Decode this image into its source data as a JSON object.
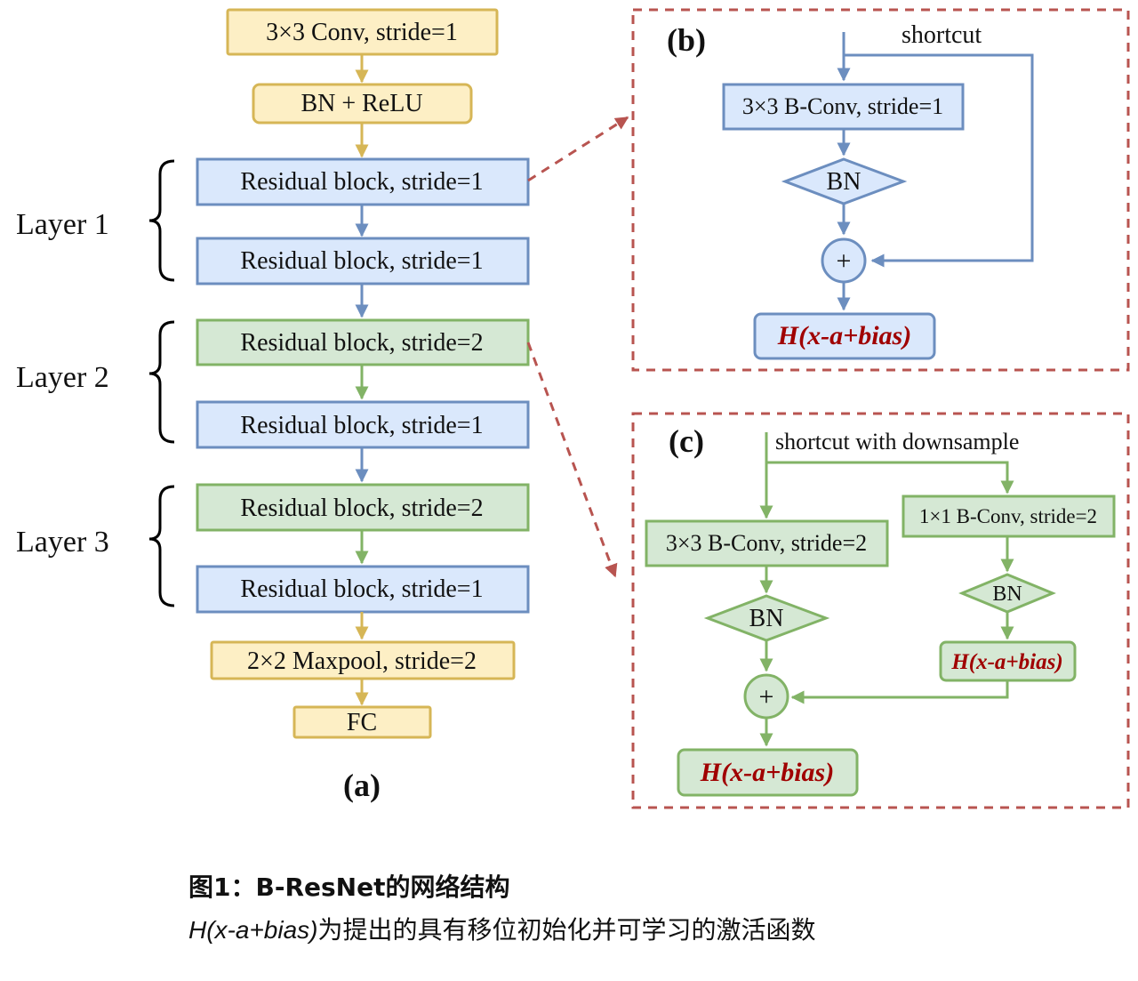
{
  "colors": {
    "yellow_fill": "#fdefc5",
    "yellow_stroke": "#d6b656",
    "blue_fill": "#dae8fc",
    "blue_stroke": "#6c8ebf",
    "green_fill": "#d5e8d4",
    "green_stroke": "#82b366",
    "red_dash": "#b85450",
    "activation_text": "#a00000"
  },
  "panel_a": {
    "label": "(a)",
    "head_blocks": [
      "3×3 Conv, stride=1",
      "BN + ReLU"
    ],
    "layers": [
      {
        "label": "Layer 1",
        "blocks": [
          {
            "text": "Residual block, stride=1",
            "type": "blue"
          },
          {
            "text": "Residual block, stride=1",
            "type": "blue"
          }
        ]
      },
      {
        "label": "Layer 2",
        "blocks": [
          {
            "text": "Residual block, stride=2",
            "type": "green"
          },
          {
            "text": "Residual block, stride=1",
            "type": "blue"
          }
        ]
      },
      {
        "label": "Layer 3",
        "blocks": [
          {
            "text": "Residual block, stride=2",
            "type": "green"
          },
          {
            "text": "Residual block, stride=1",
            "type": "blue"
          }
        ]
      }
    ],
    "tail_blocks": [
      "2×2 Maxpool, stride=2",
      "FC"
    ]
  },
  "panel_b": {
    "label": "(b)",
    "shortcut_label": "shortcut",
    "conv": "3×3 B-Conv, stride=1",
    "bn": "BN",
    "add": "+",
    "activation": "H(x-a+bias)"
  },
  "panel_c": {
    "label": "(c)",
    "shortcut_label": "shortcut with downsample",
    "main_conv": "3×3 B-Conv, stride=2",
    "main_bn": "BN",
    "add": "+",
    "main_activation": "H(x-a+bias)",
    "short_conv": "1×1 B-Conv, stride=2",
    "short_bn": "BN",
    "short_activation": "H(x-a+bias)"
  },
  "caption": {
    "title": "图1：B-ResNet的网络结构",
    "line2_italic": "H(x-a+bias)",
    "line2_rest": "为提出的具有移位初始化并可学习的激活函数"
  }
}
